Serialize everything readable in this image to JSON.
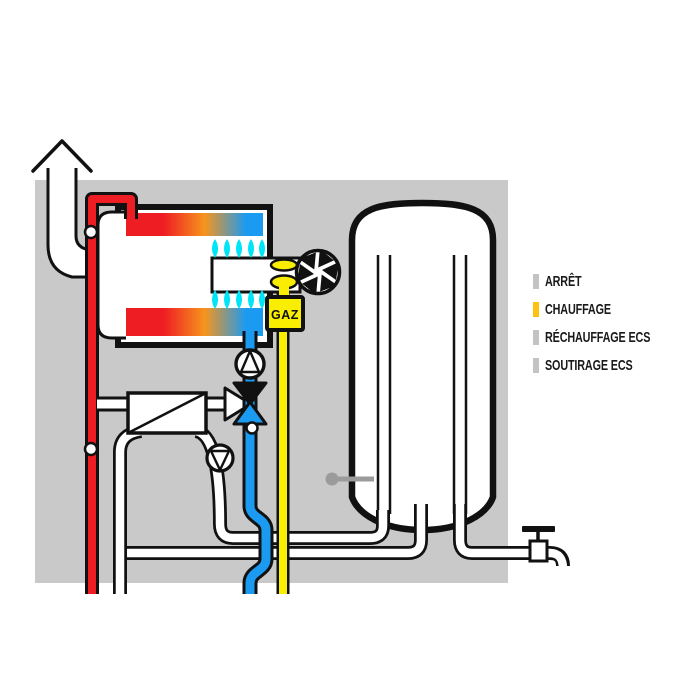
{
  "colors": {
    "page_bg": "#ffffff",
    "panel_gray": "#c9c9c9",
    "outline_black": "#111111",
    "pipe_red": "#ee1c23",
    "pipe_blue": "#1b9af2",
    "pipe_yellow": "#f9ed00",
    "flame_cyan": "#00e4f8",
    "gradient_orange": "#f7941d",
    "legend_gray": "#c3c3c3",
    "legend_yellow": "#fdc110",
    "sensor_gray": "#9b9b9b"
  },
  "labels": {
    "gas_box": "GAZ"
  },
  "legend": {
    "items": [
      {
        "label": "ARRÊT",
        "color": "#c3c3c3",
        "active": false
      },
      {
        "label": "CHAUFFAGE",
        "color": "#fdc110",
        "active": true
      },
      {
        "label": "RÉCHAUFFAGE ECS",
        "color": "#c3c3c3",
        "active": false
      },
      {
        "label": "SOUTIRAGE ECS",
        "color": "#c3c3c3",
        "active": false
      }
    ]
  }
}
